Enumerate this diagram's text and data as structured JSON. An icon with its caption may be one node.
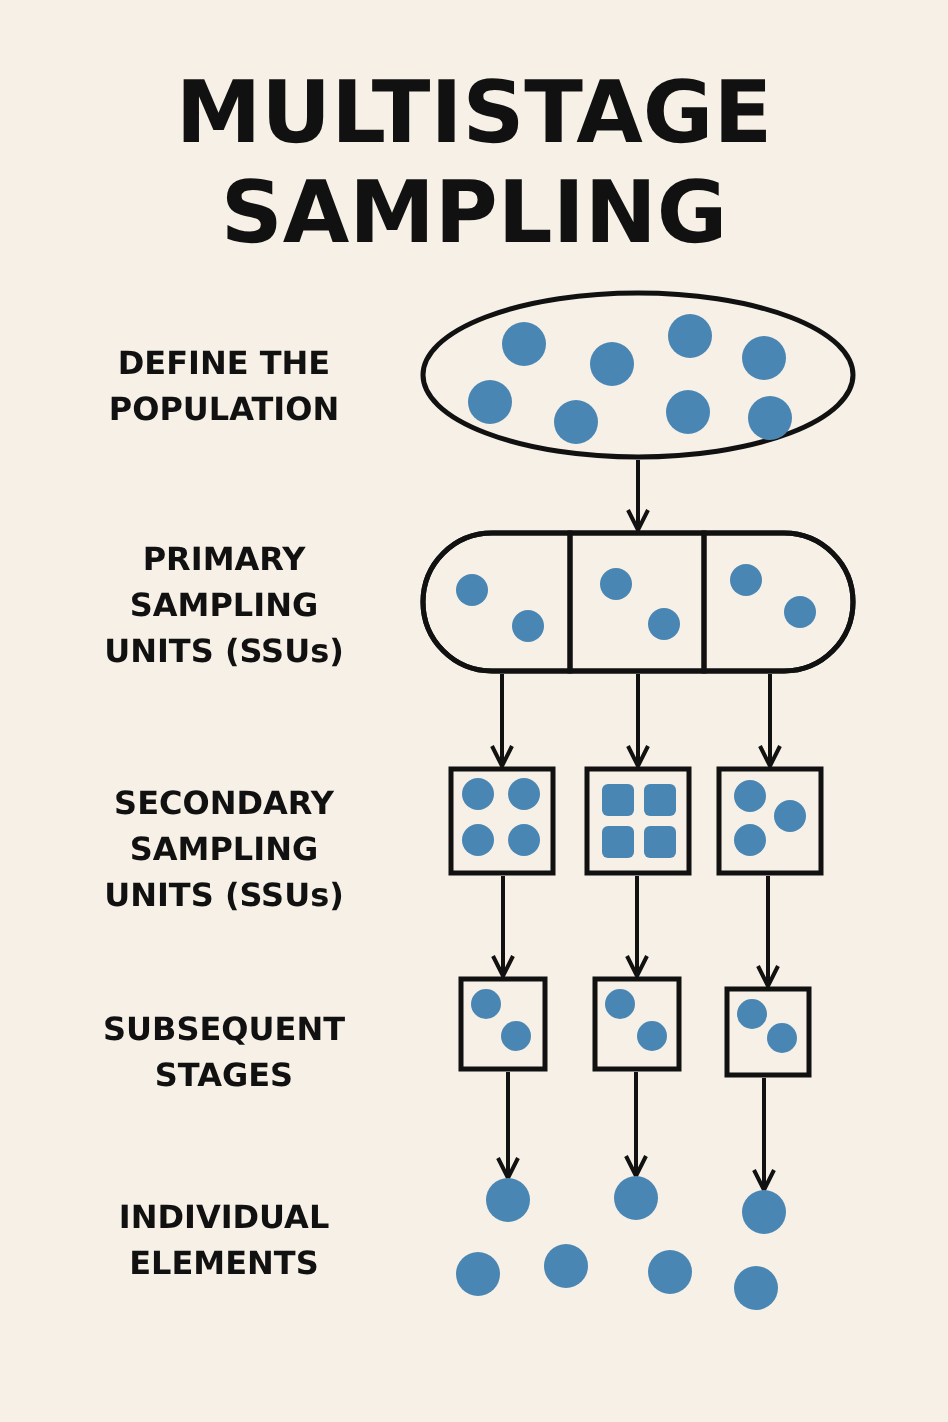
{
  "diagram": {
    "title": "MULTISTAGE SAMPLING",
    "nodes": [
      {
        "text": [],
        "shape": "ellipse"
      },
      {
        "text": [],
        "shape": "capsule"
      },
      {
        "text": [],
        "shape": "box",
        "in": 1
      },
      {
        "text": [],
        "shape": "box",
        "in": 1
      },
      {
        "text": [],
        "shape": "box",
        "in": 1
      },
      {
        "text": [],
        "shape": "box"
      },
      {
        "text": [],
        "shape": "box"
      },
      {
        "text": [],
        "shape": "box"
      },
      {
        "text": [],
        "shape": "box"
      },
      {
        "text": [],
        "shape": "box"
      },
      {
        "text": [],
        "shape": "box"
      },
      {
        "text": [],
        "shape": "circle"
      },
      {
        "text": [],
        "shape": "circle"
      },
      {
        "text": [],
        "shape": "circle"
      },
      {
        "text": [],
        "shape": "circle"
      },
      {
        "text": [],
        "shape": "circle"
      },
      {
        "text": [],
        "shape": "circle"
      },
      {
        "text": [],
        "shape": "circle"
      }
    ],
    "edges": [
      {
        "from": 0,
        "to": 1,
        "arrow": "to"
      },
      {
        "from": 2,
        "to": 5,
        "arrow": "to"
      },
      {
        "from": 3,
        "to": 6,
        "arrow": "to"
      },
      {
        "from": 4,
        "to": 7,
        "arrow": "to"
      },
      {
        "from": 5,
        "to": 8,
        "arrow": "to"
      },
      {
        "from": 6,
        "to": 9,
        "arrow": "to"
      },
      {
        "from": 7,
        "to": 10,
        "arrow": "to"
      },
      {
        "from": 8,
        "to": 11,
        "arrow": "to"
      },
      {
        "from": 9,
        "to": 12,
        "arrow": "to"
      },
      {
        "from": 10,
        "to": 13,
        "arrow": "to"
      }
    ],
    "labels": [
      "DEFINE THE POPULATION",
      "PRIMARY SAMPLING UNITS (SSUs)",
      "SECONDARY SAMPLING UNITS (SSUs)",
      "SUBSEQUENT STAGES",
      "INDIVIDUAL ELEMENTS"
    ]
  }
}
